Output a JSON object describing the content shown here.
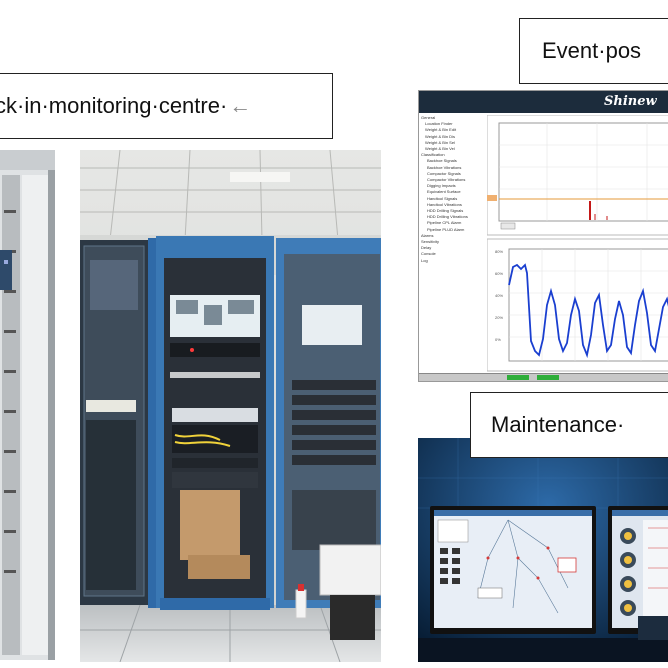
{
  "labels": {
    "rack": "ck·in·monitoring·centre·",
    "event": "Event·pos",
    "maintenance": "Maintenance·"
  },
  "icons": {
    "return_arrow": "return-arrow-icon"
  },
  "event_app": {
    "logo": "Shinew",
    "sidebar": [
      "General",
      "Location Finder",
      "Weight & Bin Edit",
      "Weight & Bin Dis",
      "Weight & Bin Sel",
      "Weight & Bin Vel",
      "Classification",
      "Backhoe Signals",
      "Backhoe Vibrations",
      "Compactor Signals",
      "Compactor Vibrations",
      "Digging Impacts",
      "Equivalent Surface",
      "Handtool Signals",
      "Handtool Vibrations",
      "HDD Drilling Signals",
      "HDD Drilling Vibrations",
      "Pipeline CPL Alarm",
      "Pipeline PLUD Alarm",
      "Alarms",
      "Sensitivity",
      "Delay",
      "Console",
      "Log"
    ]
  },
  "colors": {
    "waveform": "#1a3fd0",
    "threshold": "#e59a3a",
    "event_spike": "#c41818",
    "maint_bg": "#0d2a4a"
  }
}
